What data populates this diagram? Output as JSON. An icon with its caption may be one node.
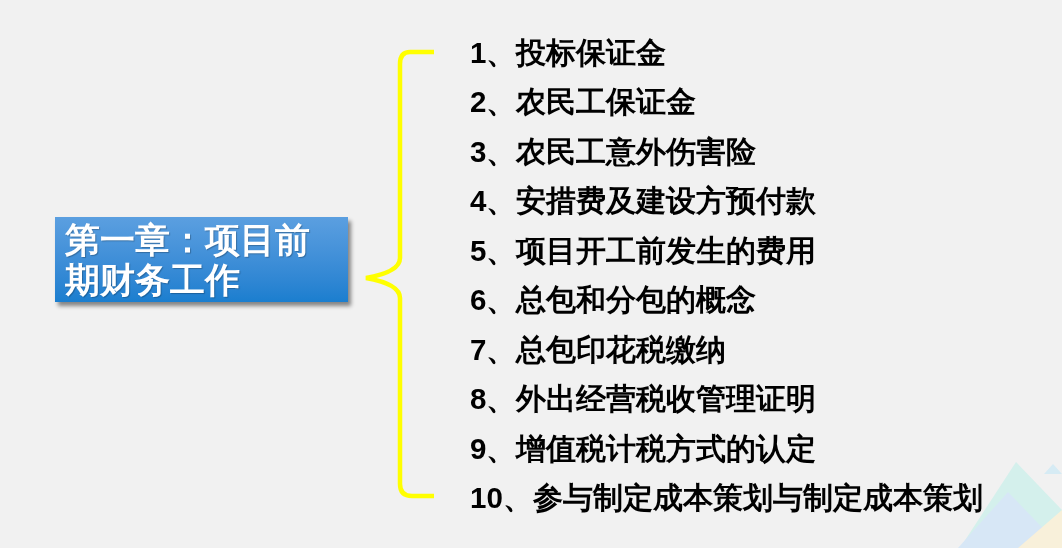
{
  "diagram": {
    "nodes": [
      {
        "text": [
          "第一章：项目前期财务工作"
        ]
      }
    ],
    "labels": [
      "1、投标保证金",
      "2、农民工保证金",
      "3、农民工意外伤害险",
      "4、安措费及建设方预付款",
      "5、项目开工前发生的费用",
      "6、总包和分包的概念",
      "7、总包印花税缴纳",
      "8、外出经营税收管理证明",
      "9、增值税计税方式的认定",
      "10、参与制定成本策划与制定成本策划"
    ]
  }
}
